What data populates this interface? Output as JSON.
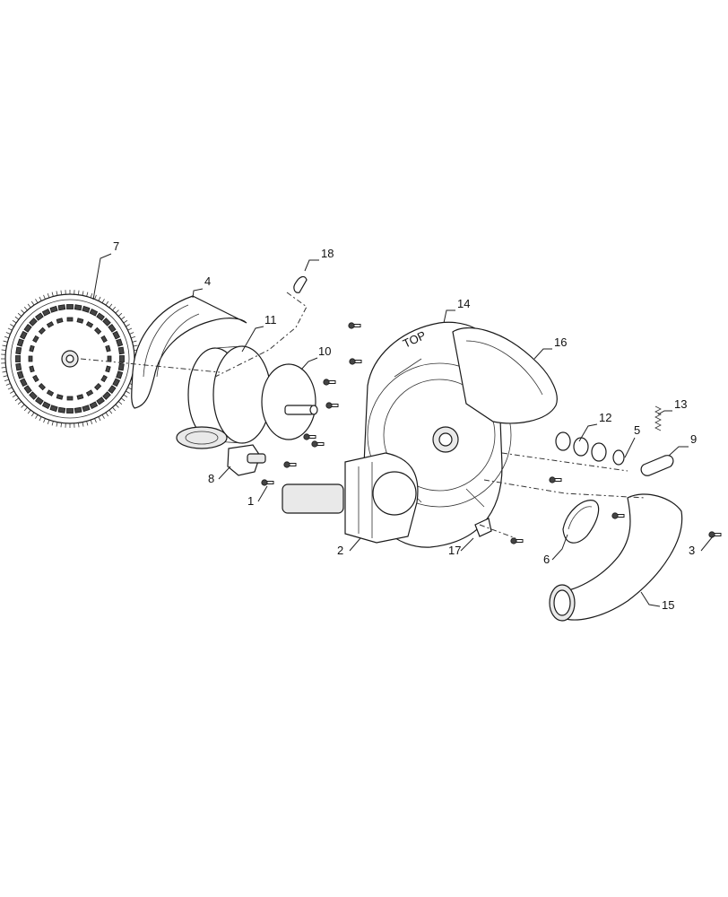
{
  "callouts": [
    {
      "id": "1",
      "label": "1"
    },
    {
      "id": "2",
      "label": "2"
    },
    {
      "id": "3",
      "label": "3"
    },
    {
      "id": "4",
      "label": "4"
    },
    {
      "id": "5",
      "label": "5"
    },
    {
      "id": "6",
      "label": "6"
    },
    {
      "id": "7",
      "label": "7"
    },
    {
      "id": "8",
      "label": "8"
    },
    {
      "id": "9",
      "label": "9"
    },
    {
      "id": "10",
      "label": "10"
    },
    {
      "id": "11",
      "label": "11"
    },
    {
      "id": "12",
      "label": "12"
    },
    {
      "id": "13",
      "label": "13"
    },
    {
      "id": "14",
      "label": "14"
    },
    {
      "id": "15",
      "label": "15"
    },
    {
      "id": "16",
      "label": "16"
    },
    {
      "id": "17",
      "label": "17"
    },
    {
      "id": "18",
      "label": "18"
    }
  ],
  "part_markings": {
    "housing_top": "TOP"
  },
  "colors": {
    "line": "#1a1a1a",
    "background": "#ffffff"
  }
}
